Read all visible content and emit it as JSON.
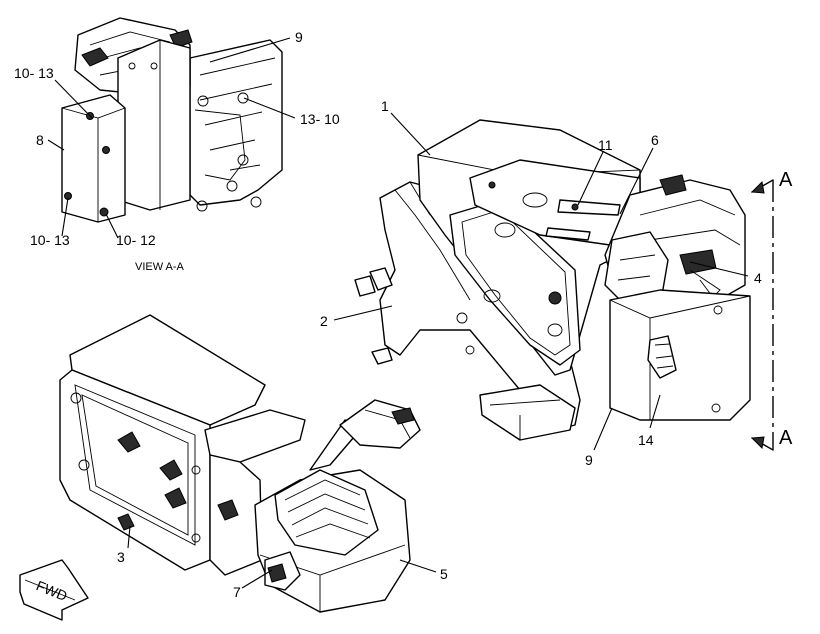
{
  "callouts": [
    {
      "id": "c9-top",
      "text": "9"
    },
    {
      "id": "c10-13-a",
      "text": "10- 13"
    },
    {
      "id": "c13-10",
      "text": "13- 10"
    },
    {
      "id": "c8",
      "text": "8"
    },
    {
      "id": "c10-13-b",
      "text": "10- 13"
    },
    {
      "id": "c10-12",
      "text": "10- 12"
    },
    {
      "id": "c1",
      "text": "1"
    },
    {
      "id": "c11",
      "text": "11"
    },
    {
      "id": "c6",
      "text": "6"
    },
    {
      "id": "c4",
      "text": "4"
    },
    {
      "id": "c2",
      "text": "2"
    },
    {
      "id": "c14",
      "text": "14"
    },
    {
      "id": "c9-bottom",
      "text": "9"
    },
    {
      "id": "c3",
      "text": "3"
    },
    {
      "id": "c7",
      "text": "7"
    },
    {
      "id": "c5",
      "text": "5"
    }
  ],
  "view_label": "VIEW A-A",
  "section_marker_top": "A",
  "section_marker_bottom": "A",
  "fwd_label": "FWD"
}
